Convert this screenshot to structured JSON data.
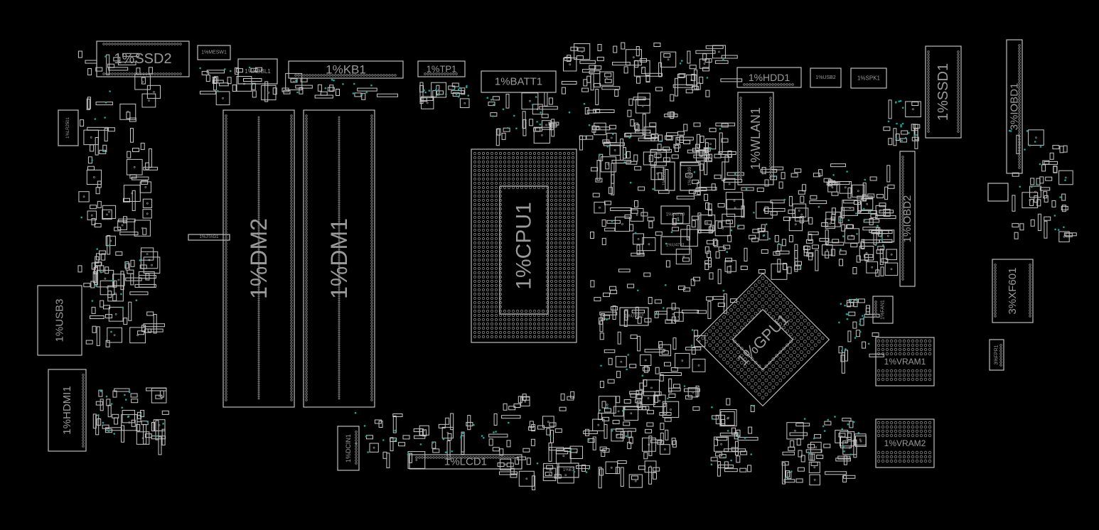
{
  "view": {
    "background": "#000000",
    "outline_color": "#bdbdbd",
    "label_color": "#9a9a9a",
    "via_color": "#1aa5a0"
  },
  "components": {
    "SSD2": "1%SSD2",
    "MESW1": "1%MESW1",
    "KBBL1": "1%KBBL1",
    "KB1": "1%KB1",
    "TP1": "1%TP1",
    "BATT1": "1%BATT1",
    "HDD1": "1%HDD1",
    "USB2": "1%USB2",
    "SPK1": "1%SPK1",
    "SSD1": "1%SSD1",
    "IOBD1": "3%IOBD1",
    "IOBD2": "1%IOBD2",
    "WLAN1": "1%WLAN1",
    "LR2501": "1%LR2501",
    "DM2": "1%DM2",
    "DM1": "1%DM1",
    "JTAG1": "1%JTAG1",
    "CPU1": "1%CPU1",
    "GPU1": "1%GPU1",
    "USB3": "1%USB3",
    "HDMI1": "1%HDMI1",
    "DCIN1": "1%DCIN1",
    "LCD1": "1%LCD1",
    "E3": "1%E3",
    "U7902": "1%U7902",
    "U4780": "1%U4780",
    "U4781": "1%U4781",
    "U5398": "1%U5398",
    "U5399": "1%U5399",
    "FAN1": "1%FAN1",
    "VRAM1": "1%VRAM1",
    "VRAM2": "1%VRAM2",
    "XF601": "3%XF601",
    "FPR1": "3%FPR1"
  }
}
